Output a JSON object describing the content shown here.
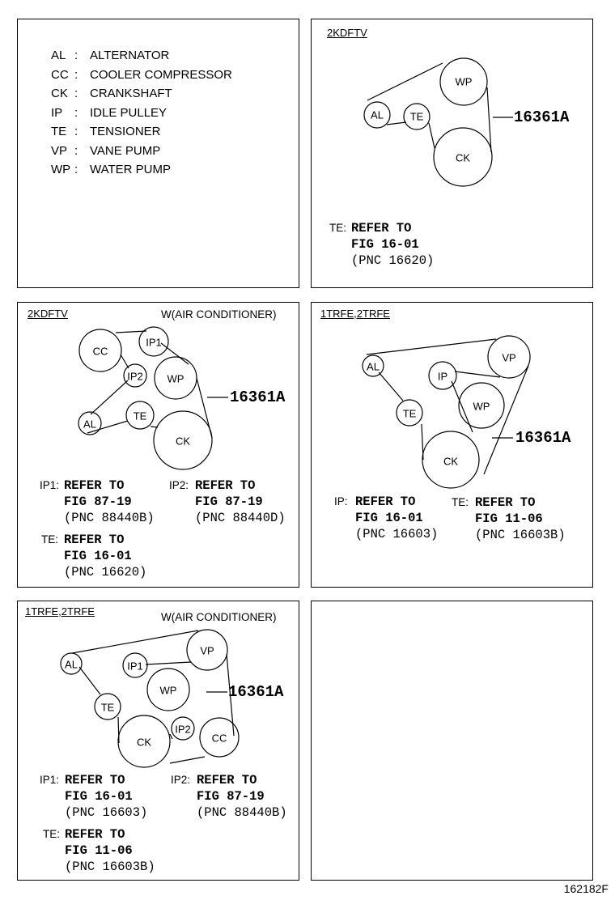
{
  "legend": [
    {
      "code": "AL",
      "meaning": "ALTERNATOR"
    },
    {
      "code": "CC",
      "meaning": "COOLER COMPRESSOR"
    },
    {
      "code": "CK",
      "meaning": "CRANKSHAFT"
    },
    {
      "code": "IP",
      "meaning": "IDLE PULLEY"
    },
    {
      "code": "TE",
      "meaning": "TENSIONER"
    },
    {
      "code": "VP",
      "meaning": "VANE PUMP"
    },
    {
      "code": "WP",
      "meaning": "WATER PUMP"
    }
  ],
  "colon": ":",
  "part_number": "16361A",
  "figure_id": "162182F",
  "panels": {
    "p1": {
      "engine": "2KDFTV",
      "pulleys": {
        "al": "AL",
        "te": "TE",
        "wp": "WP",
        "ck": "CK"
      },
      "refs": [
        {
          "label": "TE:",
          "l1": "REFER TO",
          "l2": "FIG 16-01",
          "l3": "(PNC 16620)"
        }
      ]
    },
    "p2": {
      "engine": "2KDFTV",
      "variant": "W(AIR CONDITIONER)",
      "pulleys": {
        "cc": "CC",
        "ip1": "IP1",
        "ip2": "IP2",
        "wp": "WP",
        "al": "AL",
        "te": "TE",
        "ck": "CK"
      },
      "refs": [
        {
          "label": "IP1:",
          "l1": "REFER TO",
          "l2": "FIG 87-19",
          "l3": "(PNC 88440B)"
        },
        {
          "label": "IP2:",
          "l1": "REFER TO",
          "l2": "FIG 87-19",
          "l3": "(PNC 88440D)"
        },
        {
          "label": "TE:",
          "l1": "REFER TO",
          "l2": "FIG 16-01",
          "l3": "(PNC 16620)"
        }
      ]
    },
    "p3": {
      "engine": "1TRFE,2TRFE",
      "pulleys": {
        "al": "AL",
        "vp": "VP",
        "ip": "IP",
        "wp": "WP",
        "te": "TE",
        "ck": "CK"
      },
      "refs": [
        {
          "label": "IP:",
          "l1": "REFER TO",
          "l2": "FIG 16-01",
          "l3": "(PNC 16603)"
        },
        {
          "label": "TE:",
          "l1": "REFER TO",
          "l2": "FIG 11-06",
          "l3": "(PNC 16603B)"
        }
      ]
    },
    "p4": {
      "engine": "1TRFE,2TRFE",
      "variant": "W(AIR CONDITIONER)",
      "pulleys": {
        "al": "AL",
        "ip1": "IP1",
        "vp": "VP",
        "wp": "WP",
        "te": "TE",
        "ck": "CK",
        "ip2": "IP2",
        "cc": "CC"
      },
      "refs": [
        {
          "label": "IP1:",
          "l1": "REFER TO",
          "l2": "FIG 16-01",
          "l3": "(PNC 16603)"
        },
        {
          "label": "IP2:",
          "l1": "REFER TO",
          "l2": "FIG 87-19",
          "l3": "(PNC 88440B)"
        },
        {
          "label": "TE:",
          "l1": "REFER TO",
          "l2": "FIG 11-06",
          "l3": "(PNC 16603B)"
        }
      ]
    }
  }
}
